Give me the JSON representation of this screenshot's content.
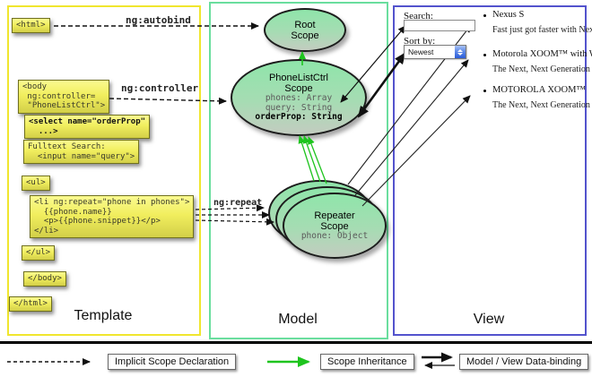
{
  "columns": {
    "template": "Template",
    "model": "Model",
    "view": "View"
  },
  "template_code": {
    "html_open": "<html>",
    "body_open": "<body\n ng:controller=\n \"PhoneListCtrl\">",
    "select": "<select name=\"orderProp\"\n  ...>",
    "fulltext": "Fulltext Search:\n  <input name=\"query\">",
    "ul_open": "<ul>",
    "li": "<li ng:repeat=\"phone in phones\">\n  {{phone.name}}\n  <p>{{phone.snippet}}</p>\n</li>",
    "ul_close": "</ul>",
    "body_close": "</body>",
    "html_close": "</html>"
  },
  "edge_labels": {
    "autobind": "ng:autobind",
    "controller": "ng:controller",
    "repeat": "ng:repeat"
  },
  "scopes": {
    "root": {
      "title": "Root\nScope"
    },
    "phonelist": {
      "title": "PhoneListCtrl\nScope",
      "prop1": "phones: Array",
      "prop2": "query: String",
      "prop3": "orderProp: String"
    },
    "repeater": {
      "title": "Repeater\nScope",
      "prop": "phone: Object"
    }
  },
  "view": {
    "search_label": "Search:",
    "search_value": "",
    "sort_label": "Sort by:",
    "sort_value": "Newest",
    "items": [
      {
        "title": "Nexus S",
        "desc": "Fast just got faster with Nexus S."
      },
      {
        "title": "Motorola XOOM™  with Wi-Fi",
        "desc": "The Next, Next Generation tablet."
      },
      {
        "title": "MOTOROLA XOOM™",
        "desc": "The Next, Next Generation tablet."
      }
    ]
  },
  "legend": {
    "implicit": "Implicit Scope Declaration",
    "inheritance": "Scope Inheritance",
    "databinding": "Model / View Data-binding"
  },
  "colors": {
    "template_border": "#f0e62e",
    "model_border": "#6ade9e",
    "view_border": "#5353cd",
    "scope_fill_top": "#8fe5aa",
    "code_box_fill": "#f1ee5e",
    "inheritance_green": "#1ec41e",
    "dropdown_stepper_blue": "#2b5cd8"
  }
}
